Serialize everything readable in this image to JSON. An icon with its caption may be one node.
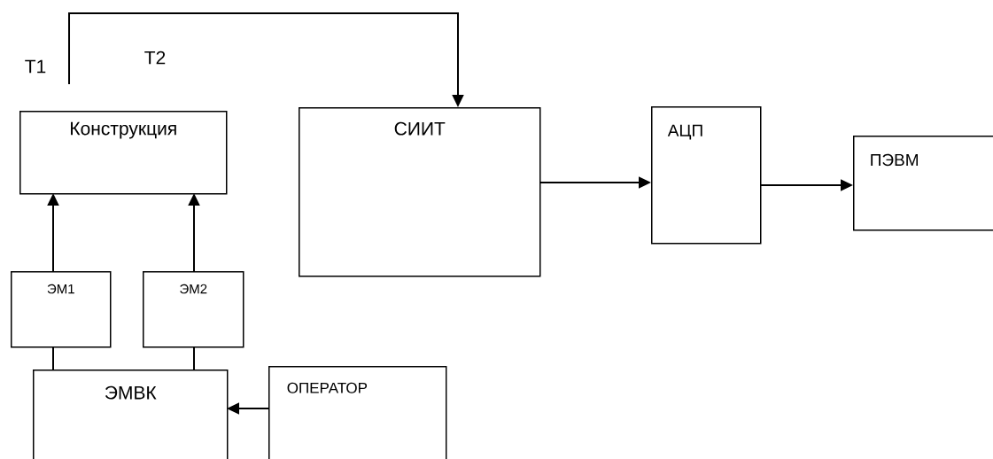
{
  "diagram": {
    "nodes": [
      {
        "text": [
          "Конструкция"
        ]
      },
      {
        "text": [
          "СИИТ"
        ]
      },
      {
        "text": [
          "АЦП"
        ]
      },
      {
        "text": [
          "ПЭВМ"
        ]
      },
      {
        "text": [
          "ЭМ1"
        ]
      },
      {
        "text": [
          "ЭМ2"
        ]
      },
      {
        "text": [
          "ЭМВК"
        ]
      },
      {
        "text": [
          "ОПЕРАТОР"
        ]
      }
    ],
    "edges": [
      {
        "from": null,
        "to": 1,
        "arrow": "to"
      },
      {
        "from": 4,
        "to": 0,
        "arrow": "to"
      },
      {
        "from": 5,
        "to": 0,
        "arrow": "to"
      },
      {
        "from": 1,
        "to": 2,
        "arrow": "to"
      },
      {
        "from": 2,
        "to": 3,
        "arrow": "to"
      },
      {
        "from": 6,
        "to": 4,
        "arrow": "none"
      },
      {
        "from": 6,
        "to": 5,
        "arrow": "none"
      },
      {
        "from": 7,
        "to": 6,
        "arrow": "to"
      }
    ],
    "labels": [
      "Т1",
      "Т2"
    ]
  }
}
